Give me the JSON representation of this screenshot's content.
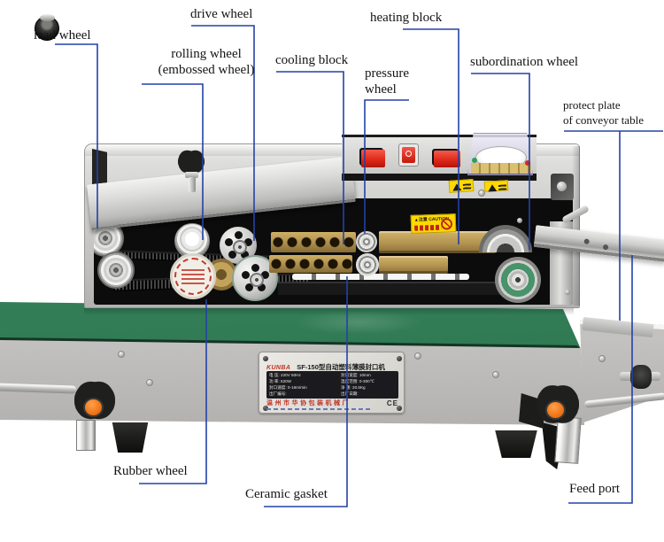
{
  "colors": {
    "leader_line": "#2342a8",
    "belt_green": "#35815a",
    "heating_gold": "#b29350",
    "accent_orange": "#ef7518",
    "button_red": "#e02a1a",
    "sticker_yellow": "#ffd900"
  },
  "annotations": {
    "lead_wheel": "lead wheel",
    "drive_wheel": "drive wheel",
    "rolling_wheel": "rolling wheel\n(embossed wheel)",
    "cooling_block": "cooling block",
    "heating_block": "heating block",
    "pressure_wheel": "pressure\nwheel",
    "subordination_wheel": "subordination wheel",
    "protect_plate": "protect plate\nof conveyor table",
    "rubber_wheel": "Rubber wheel",
    "ceramic_gasket": "Ceramic gasket",
    "feed_port": "Feed port"
  },
  "nameplate": {
    "logo": "KUNBA",
    "title": "SF-150型自动塑料薄膜封口机",
    "specs": [
      {
        "l": "电  压:  220V 50Hz",
        "r": "封口宽度:  10mm"
      },
      {
        "l": "功  率:  620W",
        "r": "温度范围:  0-300℃"
      },
      {
        "l": "封口速度:  0-16m/min",
        "r": "净  重:  20.5Kg"
      },
      {
        "l": "出厂编号:",
        "r": "出厂日期:"
      }
    ],
    "factory": "温州市华协包装机械厂",
    "ce": "CE"
  },
  "stickers": {
    "caution": "▲注意 CAUTION"
  }
}
